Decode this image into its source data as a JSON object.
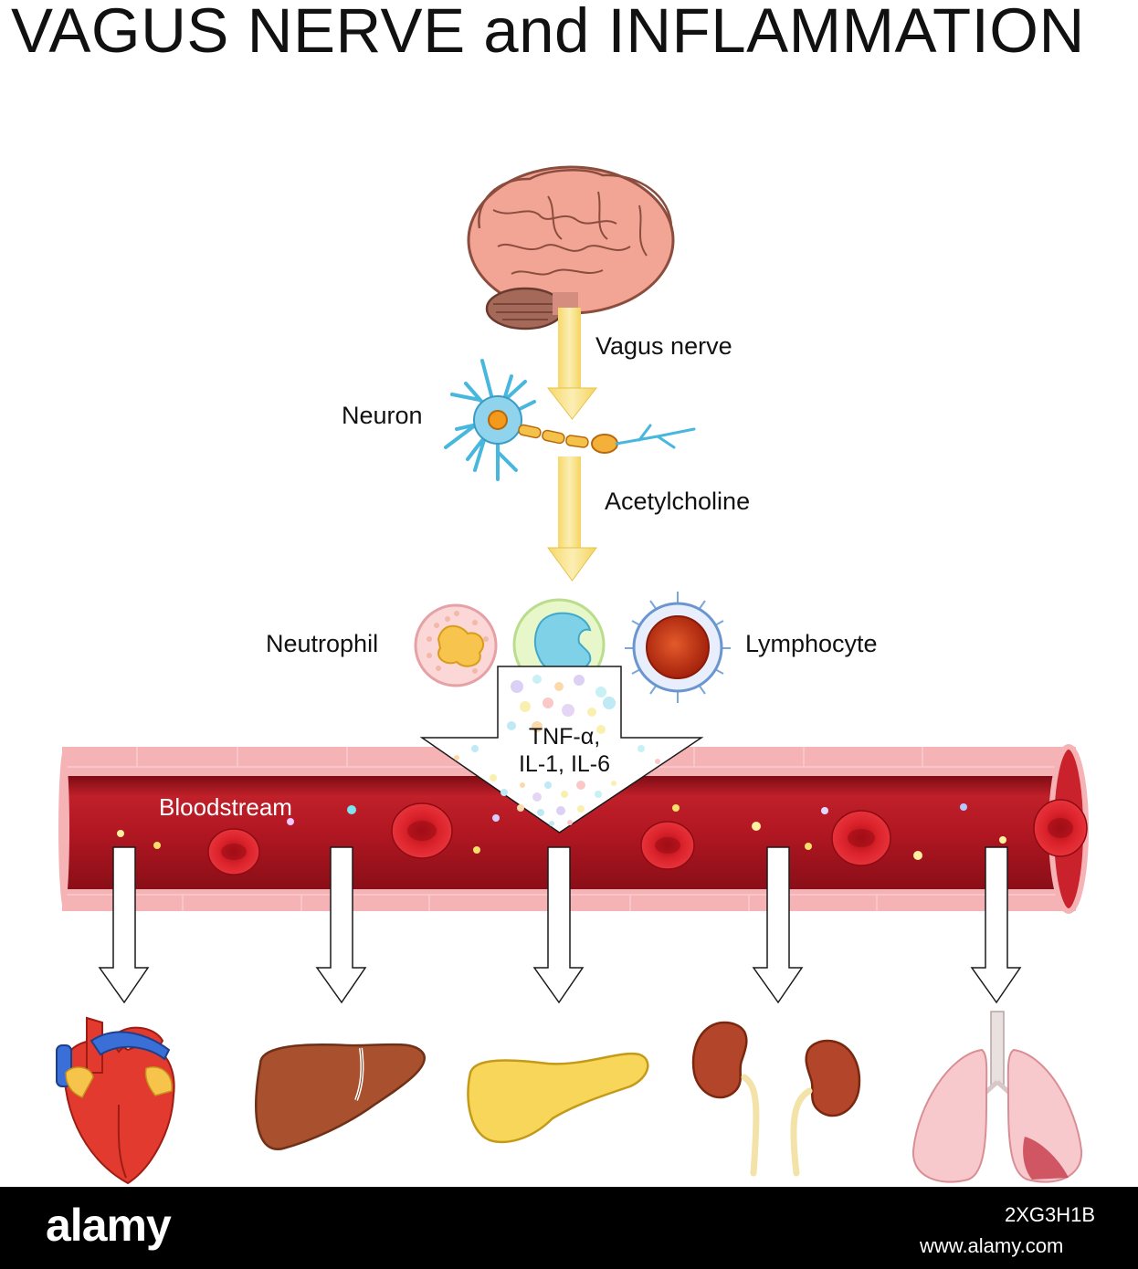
{
  "title": "VAGUS NERVE and INFLAMMATION",
  "labels": {
    "vagus_nerve": "Vagus nerve",
    "neuron": "Neuron",
    "acetylcholine": "Acetylcholine",
    "neutrophil": "Neutrophil",
    "lymphocyte": "Lymphocyte",
    "cytokines_line1": "TNF-α,",
    "cytokines_line2": "IL-1, IL-6",
    "bloodstream": "Bloodstream"
  },
  "organs": [
    "heart-icon",
    "liver-icon",
    "pancreas-icon",
    "kidneys-icon",
    "lungs-icon"
  ],
  "colors": {
    "arrow_yellow": "#f9e38a",
    "vessel_red": "#b5141f",
    "vessel_wall": "#f6b3b6",
    "rbc_red": "#d11b22"
  },
  "watermark": {
    "brand": "alamy",
    "image_id": "2XG3H1B",
    "url": "www.alamy.com"
  }
}
